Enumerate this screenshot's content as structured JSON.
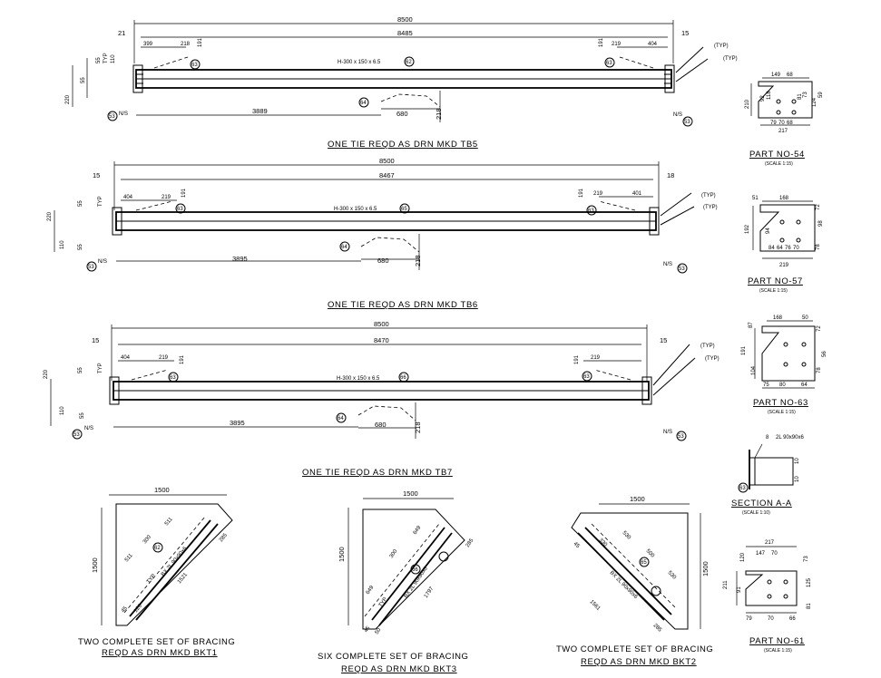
{
  "beams": [
    {
      "overall": "8500",
      "inner": "8485",
      "left_end": "21",
      "right_end": "15",
      "left_off": "399",
      "left_dim": "218",
      "left_small": "191",
      "right_small": "191",
      "right_dim": "219",
      "right_off": "404",
      "section": "H-300 x 150 x 6.5",
      "section_mark": "62",
      "brace_mark": "63",
      "mid_mark": "64",
      "dist": "3889",
      "span": "680",
      "drop": "218",
      "title": "ONE TIE REQD AS DRN MKD TB5",
      "h_total": "220",
      "h_a": "55",
      "h_b": "110",
      "h_c": "55",
      "typ": "TYP",
      "ns": "N/S",
      "ns_mark": "53",
      "typ_note": "(TYP)"
    },
    {
      "overall": "8500",
      "inner": "8467",
      "left_end": "15",
      "right_end": "18",
      "left_off": "404",
      "left_dim": "219",
      "left_small": "191",
      "right_small": "191",
      "right_dim": "219",
      "right_off": "401",
      "section": "H-300 x 150 x 6.5",
      "section_mark": "65",
      "brace_mark": "63",
      "mid_mark": "64",
      "dist": "3895",
      "span": "680",
      "drop": "218",
      "title": "ONE TIE REQD AS DRN MKD TB6",
      "h_total": "220",
      "h_a": "55",
      "h_b": "110",
      "h_c": "55",
      "typ": "TYP",
      "ns": "N/S",
      "ns_mark": "53",
      "typ_note": "(TYP)"
    },
    {
      "overall": "8500",
      "inner": "8470",
      "left_end": "15",
      "right_end": "15",
      "left_off": "404",
      "left_dim": "219",
      "left_small": "191",
      "right_small": "191",
      "right_dim": "219",
      "right_off": "",
      "section": "H-300 x 150 x 6.5",
      "section_mark": "66",
      "brace_mark": "63",
      "mid_mark": "64",
      "dist": "3895",
      "span": "680",
      "drop": "218",
      "title": "ONE TIE REQD AS DRN MKD TB7",
      "h_total": "220",
      "h_a": "55",
      "h_b": "110",
      "h_c": "55",
      "typ": "TYP",
      "ns": "N/S",
      "ns_mark": "53",
      "typ_note": "(TYP)"
    }
  ],
  "parts": [
    {
      "title": "PART NO-54",
      "scale": "(SCALE 1:15)",
      "dims": [
        "149",
        "68",
        "210",
        "92",
        "118",
        "81",
        "73",
        "124",
        "59",
        "79",
        "70",
        "68",
        "217"
      ]
    },
    {
      "title": "PART NO-57",
      "scale": "(SCALE 1:15)",
      "dims": [
        "51",
        "168",
        "72",
        "192",
        "94",
        "98",
        "78",
        "84",
        "64",
        "76",
        "70",
        "219"
      ]
    },
    {
      "title": "PART NO-63",
      "scale": "(SCALE 1:15)",
      "dims": [
        "168",
        "50",
        "87",
        "72",
        "191",
        "104",
        "75",
        "80",
        "64",
        "78",
        "56"
      ]
    },
    {
      "title": "PART NO-61",
      "scale": "(SCALE 1:15)",
      "dims": [
        "217",
        "120",
        "147",
        "70",
        "73",
        "211",
        "91",
        "81",
        "79",
        "70",
        "66",
        "125"
      ]
    }
  ],
  "section_aa": {
    "title": "SECTION A-A",
    "scale": "(SCALE 1:10)",
    "note": "2L 90x90x6",
    "dim_a": "8",
    "dim_b": "10",
    "dim_c": "10",
    "mark": "63"
  },
  "bracings": [
    {
      "top": "1500",
      "side": "1500",
      "dims": [
        "511",
        "300",
        "511",
        "285",
        "1521",
        "45",
        "120",
        "TYP"
      ],
      "mark": "62",
      "bolt": "BX 2L 90x90x6",
      "title1": "TWO COMPLETE SET OF BRACING",
      "title2": "REQD AS DRN MKD BKT1"
    },
    {
      "top": "1500",
      "side": "1500",
      "dims": [
        "649",
        "300",
        "649",
        "285",
        "1797",
        "45",
        "50",
        "TYP"
      ],
      "mark": "66",
      "bolt": "BX 2L 90x90x6",
      "title1": "SIX COMPLETE SET OF BRACING",
      "title2": "REQD AS DRN MKD BKT3"
    },
    {
      "top": "1500",
      "side": "1500",
      "dims": [
        "530",
        "500",
        "530",
        "285",
        "1561",
        "45",
        "330"
      ],
      "mark": "65",
      "bolt": "BX 2L 90x90x6",
      "title1": "TWO COMPLETE SET OF BRACING",
      "title2": "REQD AS DRN MKD BKT2"
    }
  ]
}
